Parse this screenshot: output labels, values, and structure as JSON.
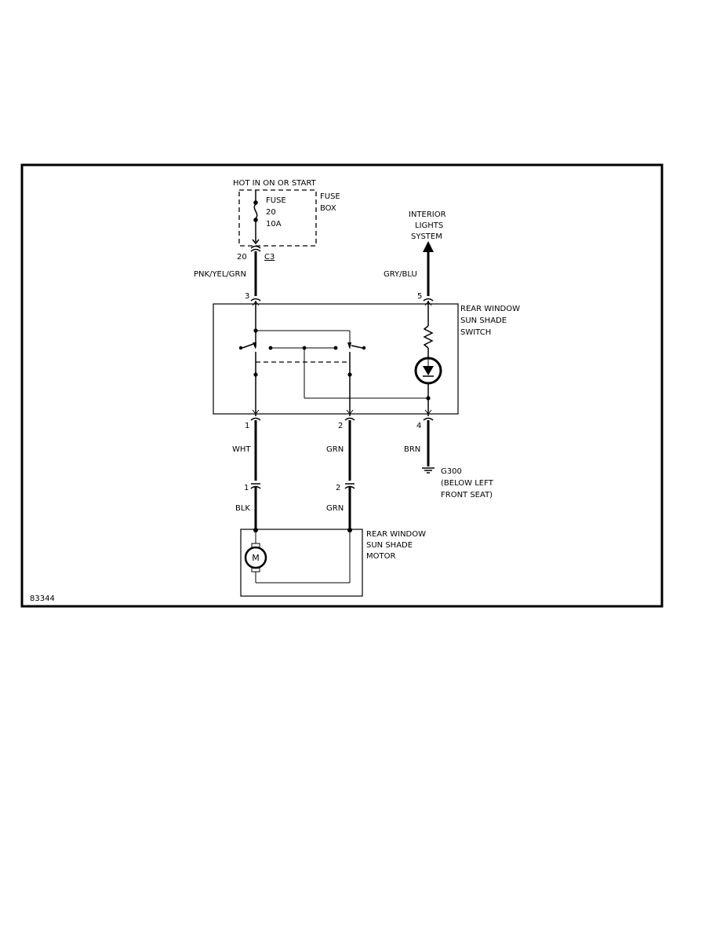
{
  "fuse_box": {
    "power_label": "HOT IN ON OR START",
    "fuse_label": "FUSE",
    "fuse_number": "20",
    "fuse_rating": "10A",
    "box_label_1": "FUSE",
    "box_label_2": "BOX",
    "pin": "20",
    "connector": "C3"
  },
  "wires": {
    "feed_color": "PNK/YEL/GRN",
    "interior_color": "GRY/BLU",
    "switch_out_1": "WHT",
    "switch_out_2": "GRN",
    "ground_color": "BRN",
    "motor_in_1": "BLK",
    "motor_in_2": "GRN"
  },
  "interior_lights": {
    "line1": "INTERIOR",
    "line2": "LIGHTS",
    "line3": "SYSTEM"
  },
  "switch": {
    "line1": "REAR WINDOW",
    "line2": "SUN SHADE",
    "line3": "SWITCH",
    "pin_3": "3",
    "pin_5": "5",
    "pin_1": "1",
    "pin_2": "2",
    "pin_4": "4"
  },
  "ground": {
    "id": "G300",
    "line2": "(BELOW LEFT",
    "line3": "FRONT SEAT)"
  },
  "motor_connector": {
    "pin_1": "1",
    "pin_2": "2"
  },
  "motor": {
    "line1": "REAR WINDOW",
    "line2": "SUN SHADE",
    "line3": "MOTOR",
    "symbol": "M"
  },
  "figure_id": "83344"
}
